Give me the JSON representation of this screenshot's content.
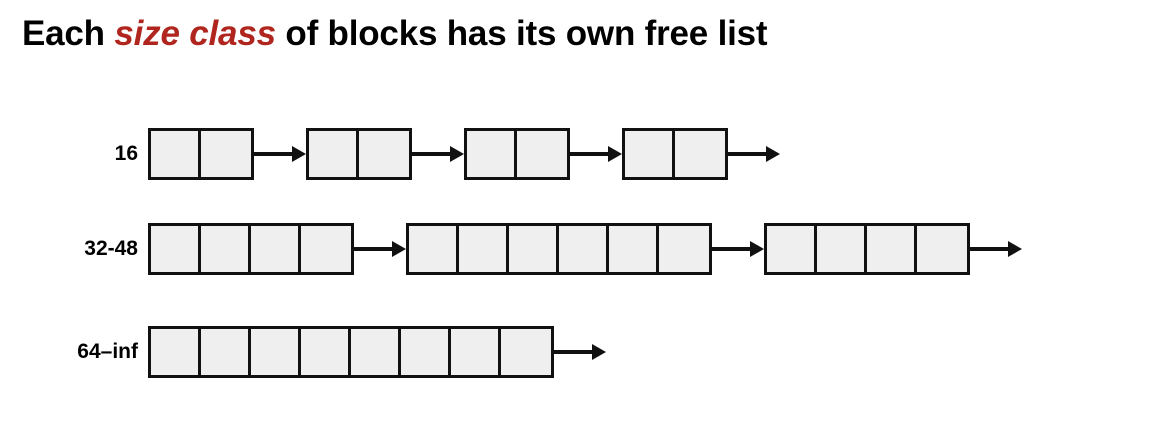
{
  "title": {
    "prefix": "Each ",
    "emphasis": "size class",
    "suffix": " of blocks has its own free list",
    "emphasis_color": "#B0251D",
    "text_color": "#000000",
    "full_text": "Each size class of blocks has its own free list"
  },
  "diagram": {
    "type": "free-list-diagram",
    "cell_fill": "#efefef",
    "cell_border": "#111111",
    "arrow_color": "#111111",
    "rows": [
      {
        "label": "16",
        "blocks": [
          2,
          2,
          2,
          2
        ],
        "trailing_arrow": true
      },
      {
        "label": "32-48",
        "blocks": [
          4,
          6,
          4
        ],
        "trailing_arrow": true
      },
      {
        "label": "64–inf",
        "blocks": [
          8
        ],
        "trailing_arrow": true
      }
    ]
  }
}
